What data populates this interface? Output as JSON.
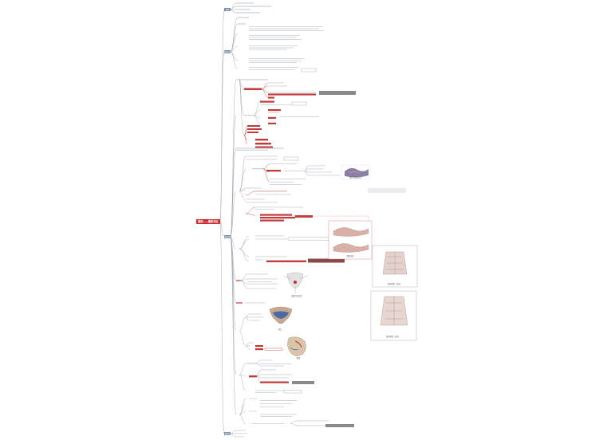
{
  "root": {
    "label": "腹部——腹股沟区"
  },
  "colors": {
    "root": "#cc2b2b",
    "section": "#7a8fa6",
    "red_node": "#c23a3a",
    "dark_node": "#6b4b4b",
    "line": "#9aa3ad",
    "red_line": "#c74a4a",
    "image_frame": "#d47a7a"
  },
  "sections": [
    {
      "id": "s1",
      "label": "概述"
    },
    {
      "id": "s2",
      "label": "体表标志"
    },
    {
      "id": "s3",
      "label": "腹前外侧壁"
    },
    {
      "id": "s4",
      "label": "腹后壁"
    }
  ],
  "figures": [
    {
      "id": "f1",
      "label": "腹前外侧壁层次",
      "icon": "anatomy-illustration"
    },
    {
      "id": "f2",
      "label": "腹股沟管",
      "icon": "anatomy-illustration"
    },
    {
      "id": "f3",
      "label": "腹前壁肌（浅层）",
      "icon": "anatomy-illustration"
    },
    {
      "id": "f4",
      "label": "腹前壁肌（深层）",
      "icon": "anatomy-illustration"
    },
    {
      "id": "f5",
      "label": "腹股沟区血管",
      "icon": "anatomy-illustration"
    },
    {
      "id": "f6",
      "label": "骨盆",
      "icon": "anatomy-illustration"
    },
    {
      "id": "f7",
      "label": "髋部",
      "icon": "anatomy-illustration"
    }
  ]
}
